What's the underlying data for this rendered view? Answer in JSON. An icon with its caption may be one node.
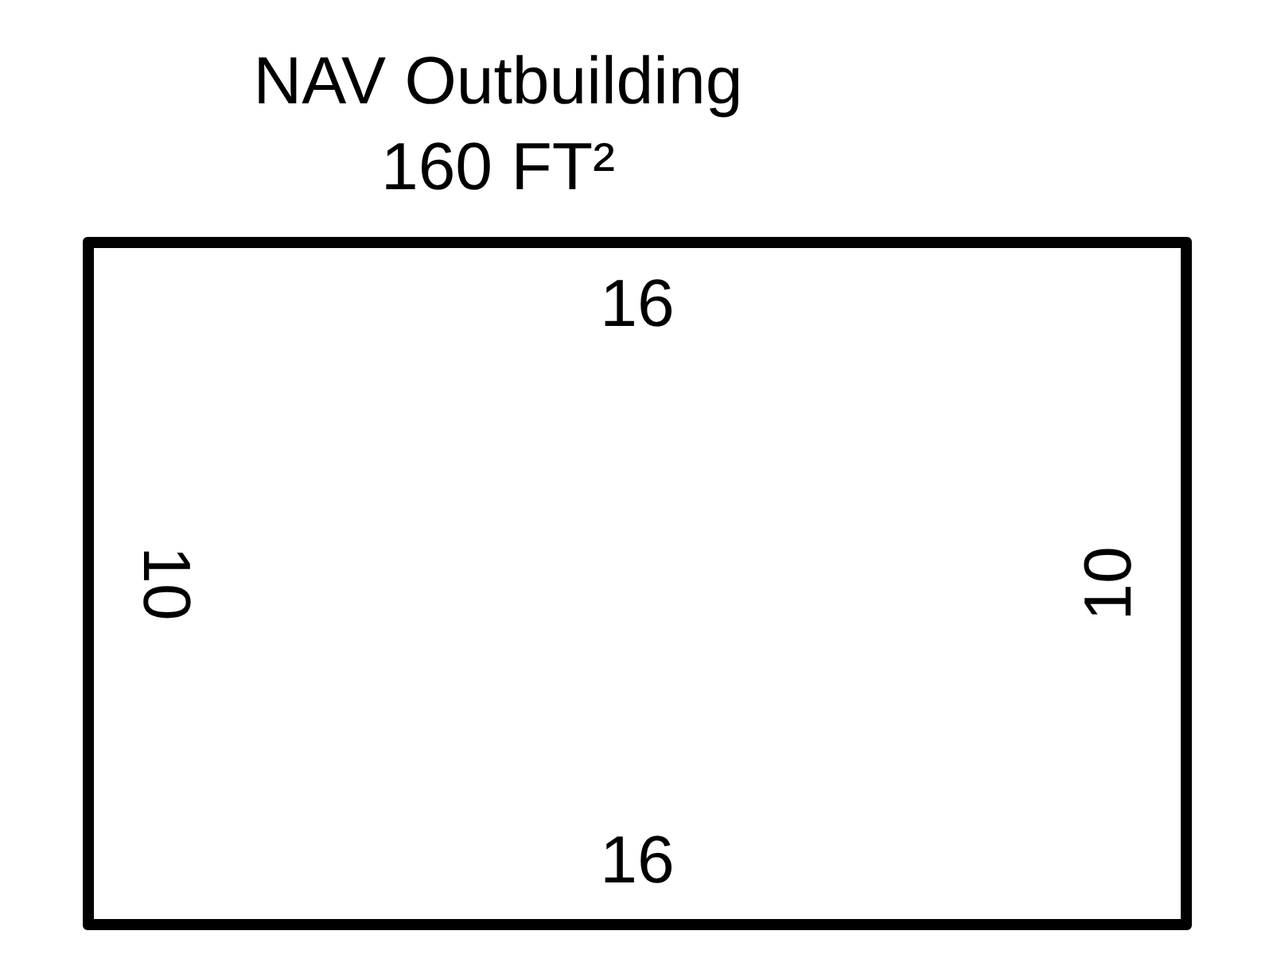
{
  "diagram": {
    "nodes": [
      {
        "text": [
          "NAV Outbuilding",
          "160 FT²"
        ]
      }
    ],
    "labels": [
      "16",
      "10",
      "10",
      "16"
    ]
  }
}
